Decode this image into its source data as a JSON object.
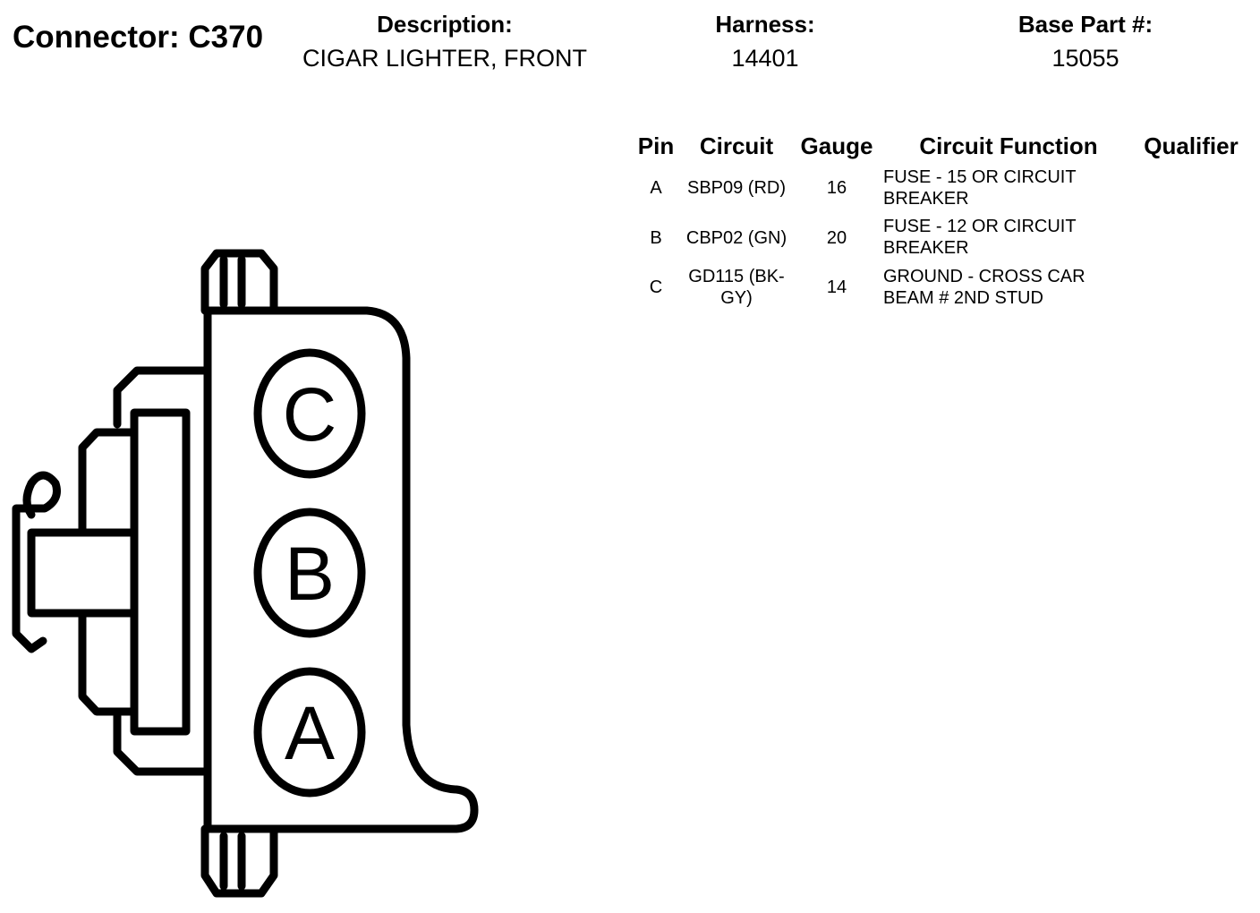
{
  "header": {
    "connector_label": "Connector:",
    "connector_id": "C370",
    "description_label": "Description:",
    "description_value": "CIGAR LIGHTER, FRONT",
    "harness_label": "Harness:",
    "harness_value": "14401",
    "base_part_label": "Base Part #:",
    "base_part_value": "15055"
  },
  "table": {
    "columns": [
      "Pin",
      "Circuit",
      "Gauge",
      "Circuit Function",
      "Qualifier"
    ],
    "rows": [
      {
        "pin": "A",
        "circuit": "SBP09 (RD)",
        "gauge": "16",
        "function": "FUSE - 15 OR CIRCUIT BREAKER",
        "qualifier": ""
      },
      {
        "pin": "B",
        "circuit": "CBP02 (GN)",
        "gauge": "20",
        "function": "FUSE - 12 OR CIRCUIT BREAKER",
        "qualifier": ""
      },
      {
        "pin": "C",
        "circuit": "GD115 (BK-GY)",
        "gauge": "14",
        "function": "GROUND - CROSS CAR BEAM # 2ND STUD",
        "qualifier": ""
      }
    ]
  },
  "diagram": {
    "pin_labels": [
      "C",
      "B",
      "A"
    ],
    "line_color": "#000000",
    "fill_color": "#ffffff"
  }
}
